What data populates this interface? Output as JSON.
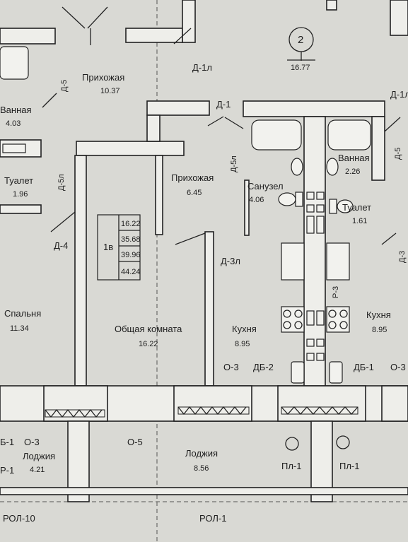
{
  "axis": {
    "number": "2",
    "dimension": "16.77"
  },
  "rooms": {
    "hall_left": {
      "name": "Прихожая",
      "area": "10.37"
    },
    "bath_left": {
      "name": "Ванная",
      "area": "4.03"
    },
    "wc_left": {
      "name": "Туалет",
      "area": "1.96"
    },
    "bedroom": {
      "name": "Спальня",
      "area": "11.34"
    },
    "loggia_left": {
      "name": "Лоджия",
      "area": "4.21"
    },
    "hall": {
      "name": "Прихожая",
      "area": "6.45"
    },
    "living": {
      "name": "Общая комната",
      "area": "16.22"
    },
    "kitchen": {
      "name": "Кухня",
      "area": "8.95"
    },
    "bathroom": {
      "name": "Санузел",
      "area": "4.06"
    },
    "loggia": {
      "name": "Лоджия",
      "area": "8.56"
    },
    "bath_right": {
      "name": "Ванная",
      "area": "2.26"
    },
    "wc_right": {
      "name": "Туалет",
      "area": "1.61"
    },
    "kitchen_right": {
      "name": "Кухня",
      "area": "8.95"
    }
  },
  "apartment_table": {
    "type": "1в",
    "values": [
      "16.22",
      "35.68",
      "39.96",
      "44.24"
    ]
  },
  "marks": {
    "d5_top": "Д-5",
    "d1l_top": "Д-1л",
    "d1": "Д-1",
    "d1l_right": "Д-1л",
    "d5l_left": "Д-5л",
    "d4": "Д-4",
    "d5l_mid": "Д-5л",
    "d3l": "Д-3л",
    "d5_right": "Д-5",
    "d3_right": "Д-3",
    "r3": "Р-3",
    "o3_mid": "О-3",
    "db2": "ДБ-2",
    "db1": "ДБ-1",
    "o3_right": "О-3",
    "o3_left": "О-3",
    "b1_left": "Б-1",
    "o5": "О-5",
    "pl1_a": "Пл-1",
    "pl1_b": "Пл-1",
    "p1_left": "Р-1",
    "rol10": "РОЛ-10",
    "rol1": "РОЛ-1"
  }
}
